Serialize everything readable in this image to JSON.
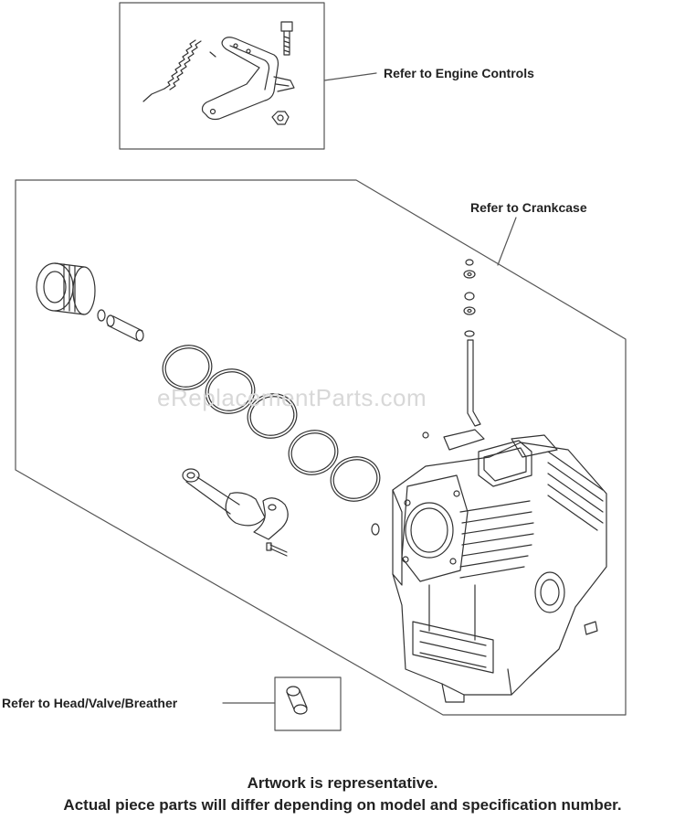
{
  "callouts": {
    "engine_controls": "Refer to Engine Controls",
    "crankcase": "Refer to Crankcase",
    "head_valve_breather": "Refer to Head/Valve/Breather"
  },
  "watermark": "eReplacementParts.com",
  "footer": {
    "line1": "Artwork is representative.",
    "line2": "Actual piece parts will differ depending on model and specification number."
  },
  "colors": {
    "line": "#333333",
    "watermark": "#d8d8d8"
  }
}
